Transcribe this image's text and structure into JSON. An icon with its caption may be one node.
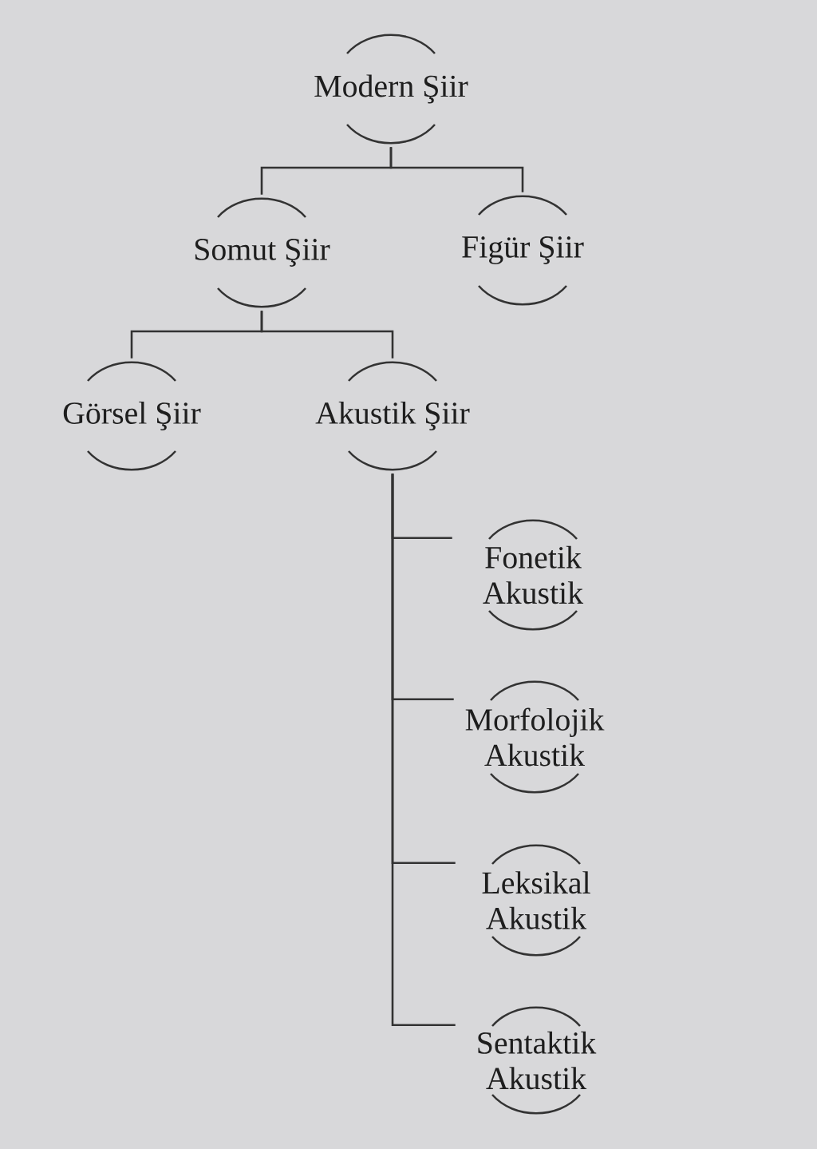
{
  "diagram": {
    "nodes": [
      {
        "text": [
          "Modern Şiir"
        ]
      },
      {
        "text": [
          "Somut Şiir"
        ]
      },
      {
        "text": [
          "Figür Şiir"
        ]
      },
      {
        "text": [
          "Görsel Şiir"
        ]
      },
      {
        "text": [
          "Akustik Şiir"
        ]
      },
      {
        "text": [
          "Fonetik Akustik"
        ]
      },
      {
        "text": [
          "Morfolojik Akustik"
        ]
      },
      {
        "text": [
          "Leksikal Akustik"
        ]
      },
      {
        "text": [
          "Sentaktik Akustik"
        ]
      }
    ],
    "edges": [
      {
        "from": 0,
        "to": 1,
        "arrow": "none"
      },
      {
        "from": 0,
        "to": 2,
        "arrow": "none"
      },
      {
        "from": 1,
        "to": 3,
        "arrow": "none"
      },
      {
        "from": 1,
        "to": 4,
        "arrow": "none"
      },
      {
        "from": 4,
        "to": 5,
        "arrow": "none"
      },
      {
        "from": 4,
        "to": 6,
        "arrow": "none"
      },
      {
        "from": 4,
        "to": 7,
        "arrow": "none"
      },
      {
        "from": 4,
        "to": 8,
        "arrow": "none"
      }
    ]
  }
}
